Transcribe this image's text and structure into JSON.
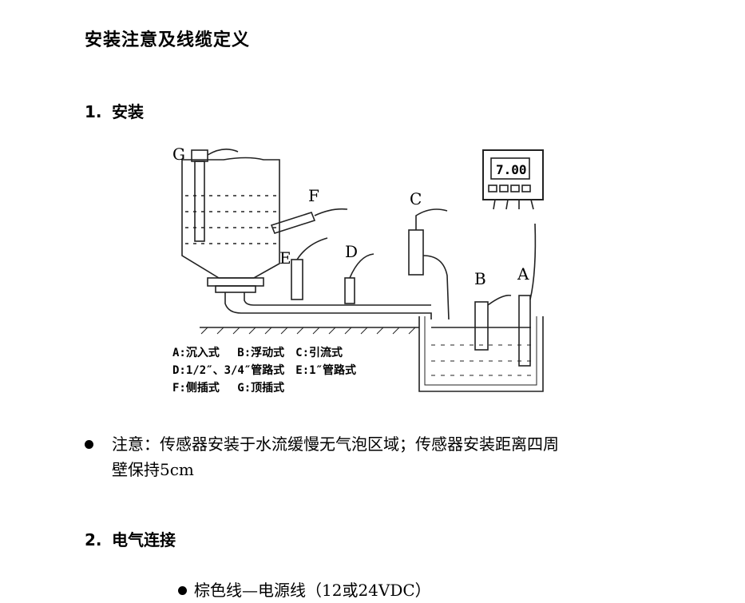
{
  "title": "安装注意及线缆定义",
  "section1": {
    "number": "1.",
    "label": "安装"
  },
  "diagram": {
    "meter_display": "7.00",
    "labels": {
      "A": "A",
      "B": "B",
      "C": "C",
      "D": "D",
      "E": "E",
      "F": "F",
      "G": "G"
    },
    "legend": [
      "A:沉入式　 B:浮动式　C:引流式",
      "D:1/2″、3/4″管路式　E:1″管路式",
      "F:侧插式　 G:顶插式"
    ]
  },
  "note": {
    "line1": "注意：传感器安装于水流缓慢无气泡区域；传感器安装距离四周",
    "line2": "壁保持5cm"
  },
  "section2": {
    "number": "2.",
    "label": "电气连接"
  },
  "wires": [
    {
      "text": "棕色线—电源线（12或24VDC）"
    }
  ]
}
